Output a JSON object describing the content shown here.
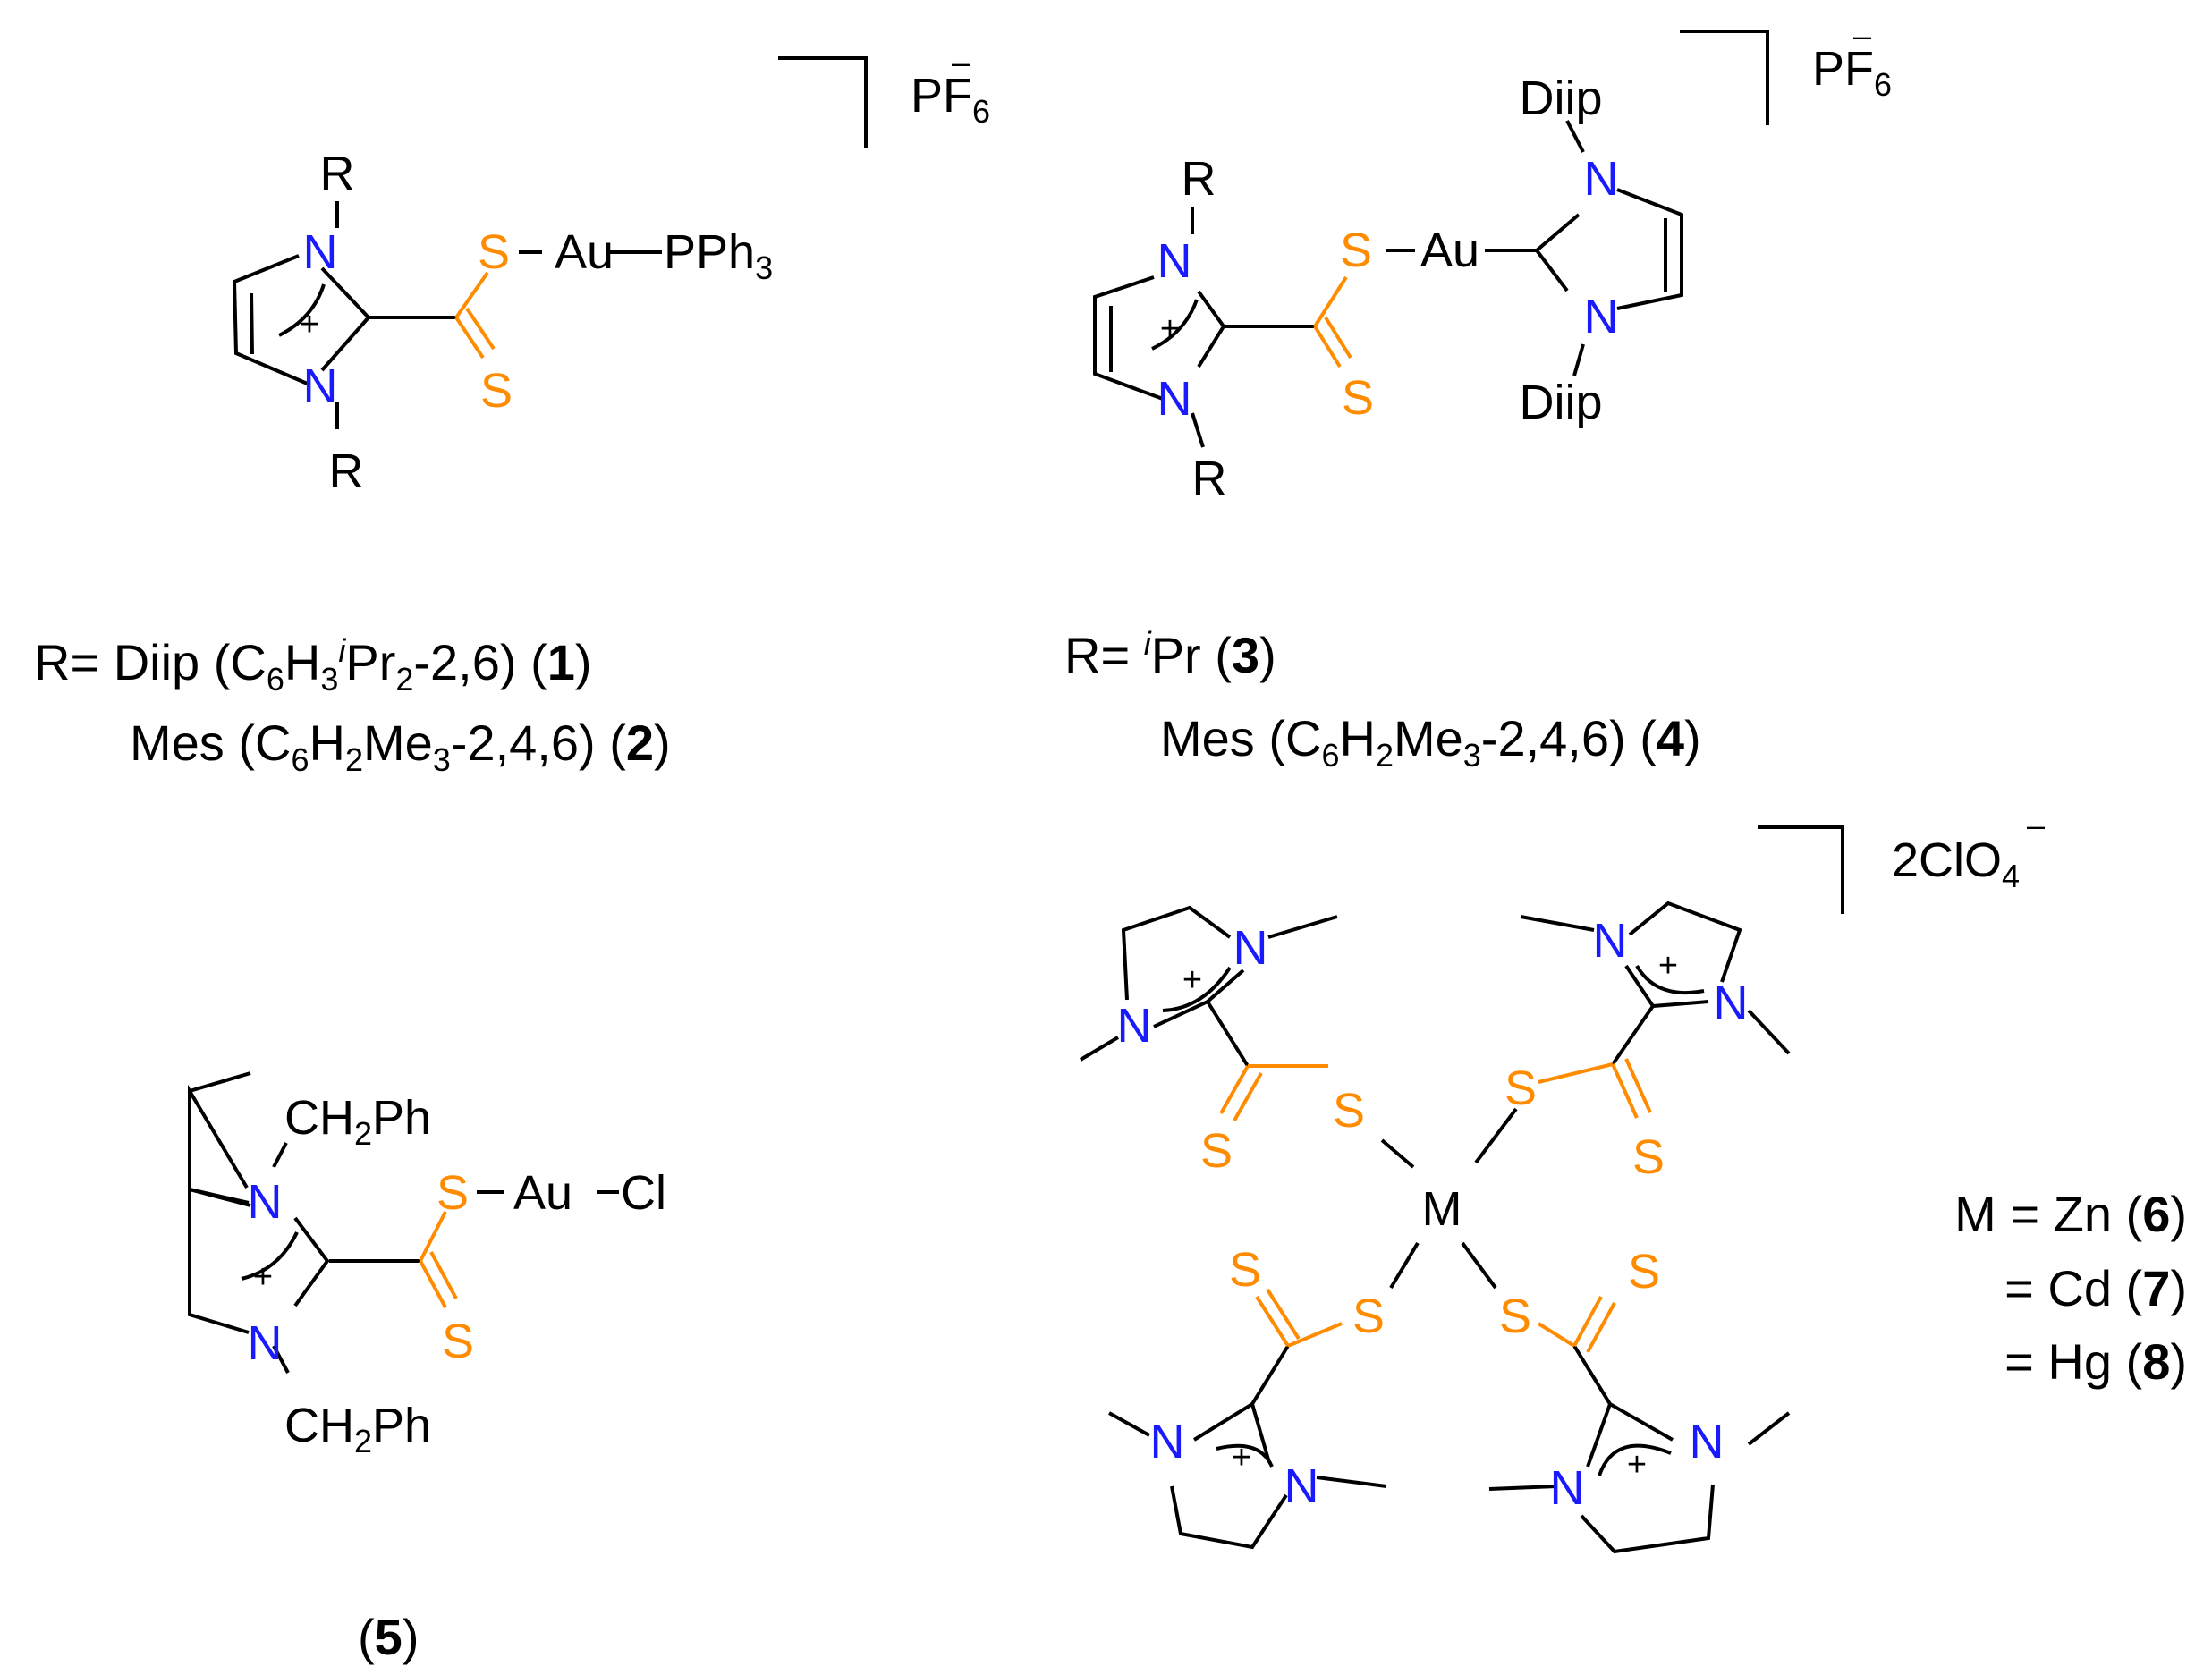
{
  "colors": {
    "bond": "#000000",
    "nitrogen": "#1a1aff",
    "sulfur": "#ff8c00",
    "text": "#000000"
  },
  "atoms": {
    "N": "N",
    "S": "S",
    "Au": "Au",
    "M": "M",
    "Cl": "Cl",
    "R": "R",
    "Diip": "Diip",
    "CH": "CH",
    "two": "2",
    "Ph": "Ph",
    "plus": "+",
    "PPh": "PPh",
    "three": "3"
  },
  "counterions": {
    "pf6_main": "PF",
    "pf6_sub": "6",
    "pf6_charge": "–",
    "clo4_main": "2ClO",
    "clo4_sub": "4",
    "clo4_charge": "–"
  },
  "captions": {
    "c12_line1": {
      "a": "R= Diip (C",
      "b": "6",
      "c": "H",
      "d": "3",
      "e": "i",
      "f": "Pr",
      "g": "2",
      "h": "-2,6) (",
      "num": "1",
      "close": ")"
    },
    "c12_line2": {
      "a": "Mes (C",
      "b": "6",
      "c": "H",
      "d": "2",
      "e": "Me",
      "f": "3",
      "g": "-2,4,6) (",
      "num": "2",
      "close": ")"
    },
    "c34_line1": {
      "a": "R= ",
      "i": "i",
      "b": "Pr (",
      "num": "3",
      "close": ")"
    },
    "c34_line2": {
      "a": "Mes (C",
      "b": "6",
      "c": "H",
      "d": "2",
      "e": "Me",
      "f": "3",
      "g": "-2,4,6) (",
      "num": "4",
      "close": ")"
    },
    "c5": {
      "open": "(",
      "num": "5",
      "close": ")"
    },
    "c678": [
      {
        "a": "M = Zn (",
        "num": "6",
        "close": ")"
      },
      {
        "a": "= Cd (",
        "num": "7",
        "close": ")"
      },
      {
        "a": "= Hg (",
        "num": "8",
        "close": ")"
      }
    ]
  }
}
